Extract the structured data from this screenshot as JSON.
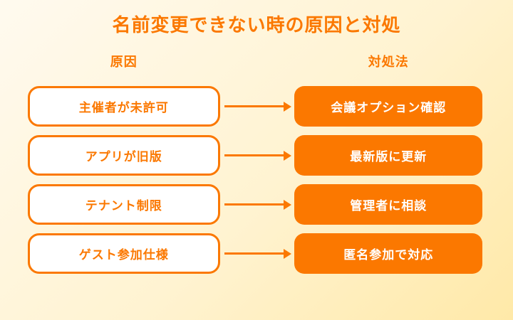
{
  "title": "名前変更できない時の原因と対処",
  "columns": {
    "cause_label": "原因",
    "solution_label": "対処法"
  },
  "rows": [
    {
      "cause": "主催者が未許可",
      "solution": "会議オプション確認"
    },
    {
      "cause": "アプリが旧版",
      "solution": "最新版に更新"
    },
    {
      "cause": "テナント制限",
      "solution": "管理者に相談"
    },
    {
      "cause": "ゲスト参加仕様",
      "solution": "匿名参加で対応"
    }
  ],
  "colors": {
    "accent_orange": "#FB7800",
    "background_top_left": "#FFFAEF",
    "background_middle": "#FFF3D1",
    "background_bottom_right": "#FFE9A8",
    "cause_box_fill": "#FFFFFF",
    "solution_text": "#FFFFFF"
  }
}
